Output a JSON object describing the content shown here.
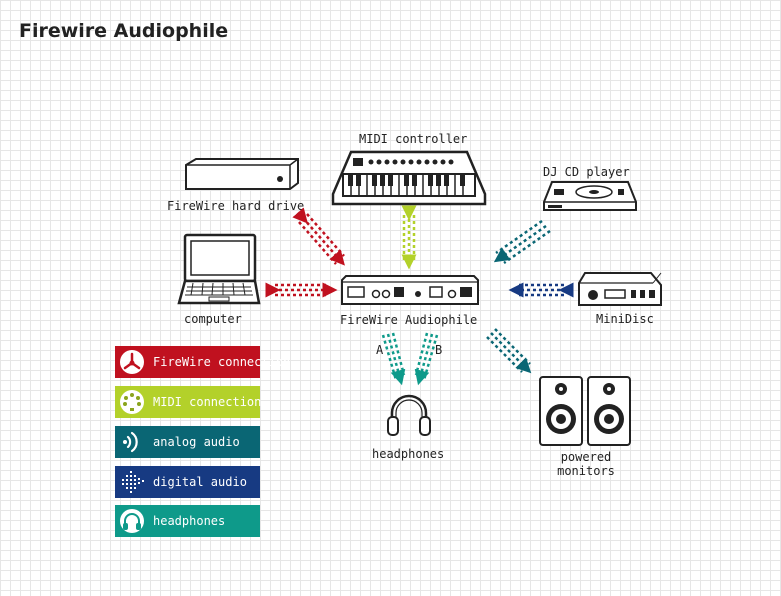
{
  "title": "Firewire Audiophile",
  "labels": {
    "midi_controller": "MIDI controller",
    "firewire_hard_drive": "FireWire hard drive",
    "dj_cd_player": "DJ CD player",
    "computer": "computer",
    "firewire_audiophile": "FireWire Audiophile",
    "minidisc": "MiniDisc",
    "headphones": "headphones",
    "powered": "powered",
    "monitors": "monitors",
    "out_a": "A",
    "out_b": "B"
  },
  "legend": [
    {
      "label": "FireWire connection",
      "color": "#c0111f",
      "icon": "firewire-icon"
    },
    {
      "label": "MIDI connection",
      "color": "#b3d12a",
      "icon": "midi-icon"
    },
    {
      "label": "analog audio",
      "color": "#0a6674",
      "icon": "analog-audio-icon"
    },
    {
      "label": "digital audio",
      "color": "#173a82",
      "icon": "digital-audio-icon"
    },
    {
      "label": "headphones",
      "color": "#0e9a8a",
      "icon": "headphones-icon"
    }
  ]
}
